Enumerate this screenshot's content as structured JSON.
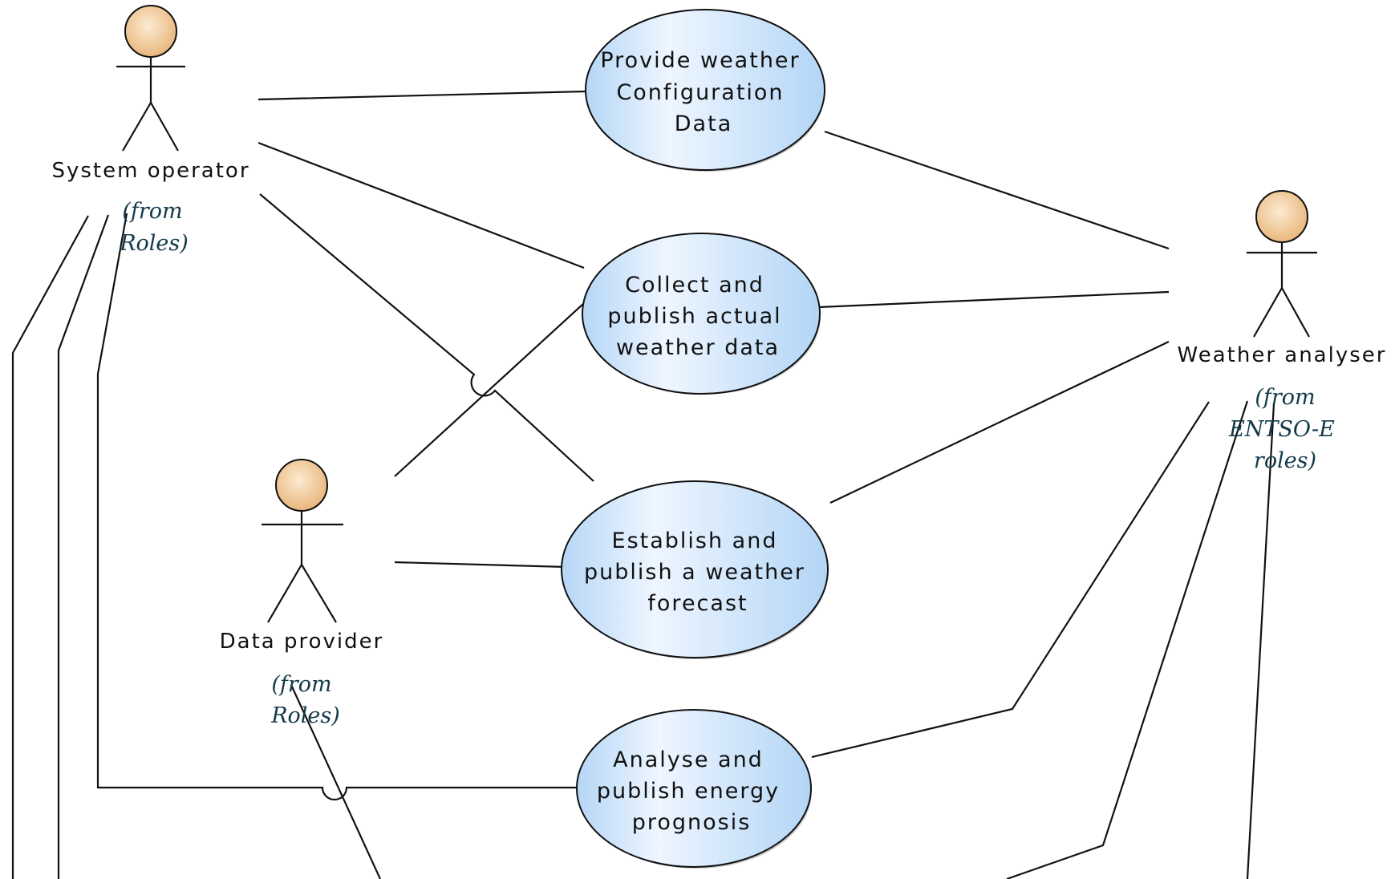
{
  "actors": {
    "system_operator": {
      "name": "System operator",
      "from_line1": "(from",
      "from_line2": "Roles)"
    },
    "weather_analyser": {
      "name": "Weather analyser",
      "from_line1": "(from",
      "from_line2": "ENTSO-E",
      "from_line3": "roles)"
    },
    "data_provider": {
      "name": "Data provider",
      "from_line1": "(from",
      "from_line2": "Roles)"
    }
  },
  "use_cases": {
    "provide_weather_config": {
      "line1": "Provide weather",
      "line2": "Configuration",
      "line3": "Data"
    },
    "collect_publish_actual": {
      "line1": "Collect and",
      "line2": "publish actual",
      "line3": "weather data"
    },
    "establish_forecast": {
      "line1": "Establish and",
      "line2": "publish a weather",
      "line3": "forecast"
    },
    "analyse_energy_prognosis": {
      "line1": "Analyse and",
      "line2": "publish energy",
      "line3": "prognosis"
    }
  },
  "colors": {
    "usecase_fill_light": "#f2f8ff",
    "usecase_fill_dark": "#b7d8f7",
    "actor_head_light": "#fbe4c5",
    "actor_head_dark": "#e9b77c",
    "line": "#111111",
    "from_text": "#123a4a"
  }
}
